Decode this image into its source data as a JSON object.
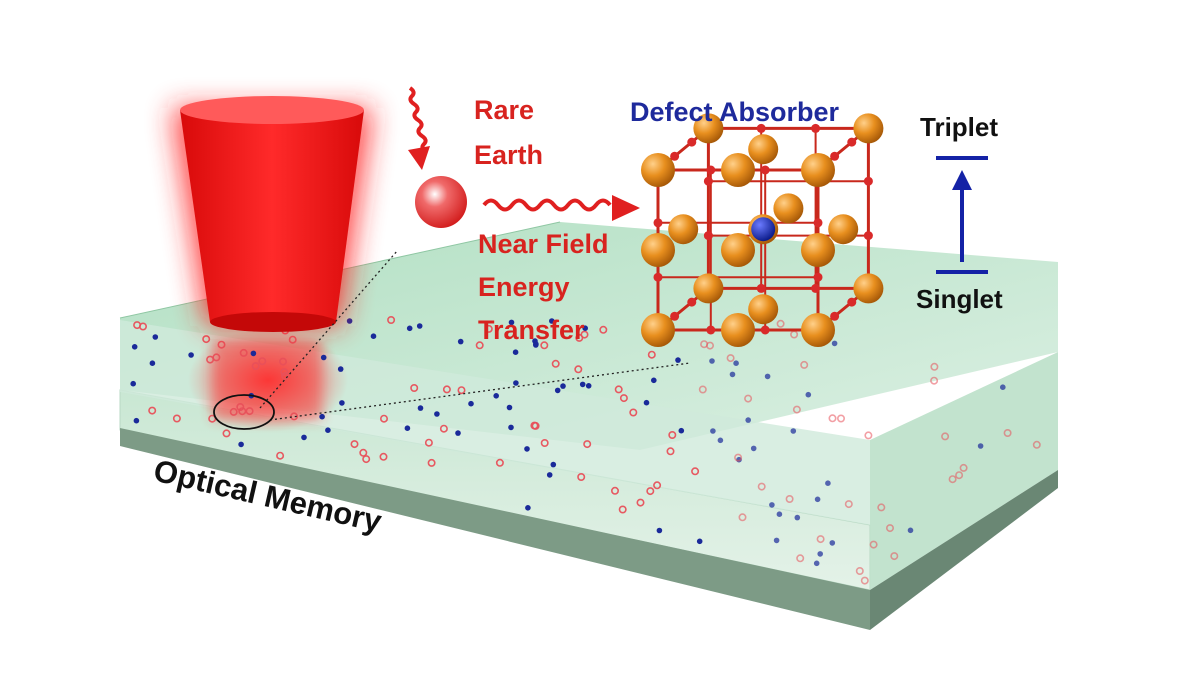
{
  "labels": {
    "rare_earth_line1": "Rare",
    "rare_earth_line2": "Earth",
    "near_field_line1": "Near Field",
    "near_field_line2": "Energy",
    "near_field_line3": "Transfer",
    "defect_absorber": "Defect Absorber",
    "triplet": "Triplet",
    "singlet": "Singlet",
    "optical_memory": "Optical Memory"
  },
  "colors": {
    "red_label": "#d8231f",
    "blue_label": "#1e2a9c",
    "laser_red": "#f21414",
    "slab_top": "#c2e6cf",
    "slab_front": "#d7ebde",
    "slab_side": "#aed8bd",
    "slab_bottom_edge": "#6d8f79",
    "rare_earth_ion": "#e8505a",
    "defect_ion": "#1a2a9a",
    "lattice_atom": "#e08a18",
    "lattice_bond": "#c8281c",
    "energy_arrow": "#1422a6"
  },
  "icons": {
    "laser_beam": "laser-cone-icon",
    "photon": "wavy-arrow-icon",
    "ion": "sphere-icon",
    "crystal": "lattice-cube-icon"
  }
}
